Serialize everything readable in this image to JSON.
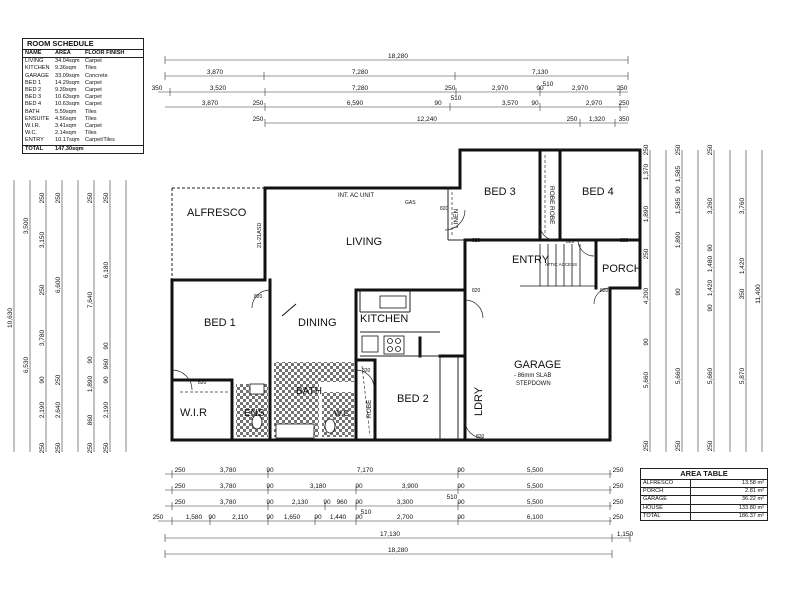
{
  "room_schedule": {
    "title": "ROOM SCHEDULE",
    "headers": [
      "NAME",
      "AREA",
      "FLOOR FINISH"
    ],
    "rows": [
      [
        "LIVING",
        "34.04sqm",
        "Carpet"
      ],
      [
        "KITCHEN",
        "9.36sqm",
        "Tiles"
      ],
      [
        "GARAGE",
        "33.09sqm",
        "Concrete"
      ],
      [
        "BED 1",
        "14.29sqm",
        "Carpet"
      ],
      [
        "BED 2",
        "9.39sqm",
        "Carpet"
      ],
      [
        "BED 3",
        "10.63sqm",
        "Carpet"
      ],
      [
        "BED 4",
        "10.63sqm",
        "Carpet"
      ],
      [
        "BATH",
        "5.59sqm",
        "Tiles"
      ],
      [
        "ENSUITE",
        "4.56sqm",
        "Tiles"
      ],
      [
        "W.I.R.",
        "3.41sqm",
        "Carpet"
      ],
      [
        "W.C.",
        "2.14sqm",
        "Tiles"
      ],
      [
        "ENTRY",
        "10.17sqm",
        "Carpet/Tiles"
      ]
    ],
    "total": [
      "TOTAL",
      "147.30sqm",
      ""
    ]
  },
  "area_table": {
    "title": "AREA TABLE",
    "rows": [
      [
        "ALFRESCO",
        "13.58 m²"
      ],
      [
        "PORCH",
        "2.81 m²"
      ],
      [
        "GARAGE",
        "36.22 m²"
      ],
      [
        "HOUSE",
        "133.80 m²"
      ],
      [
        "TOTAL",
        "186.37 m²"
      ]
    ]
  },
  "rooms": {
    "alfresco": "ALFRESCO",
    "living": "LIVING",
    "bed1": "BED 1",
    "dining": "DINING",
    "kitchen": "KITCHEN",
    "bed2": "BED 2",
    "bed3": "BED 3",
    "bed4": "BED 4",
    "entry": "ENTRY",
    "porch": "PORCH",
    "garage": "GARAGE",
    "ldry": "LDRY",
    "wir": "W.I.R",
    "ens": "ENS",
    "bath": "BATH",
    "wc": "W.C",
    "robe1": "ROBE",
    "robe2": "ROBE",
    "robe3": "ROBE",
    "linen": "LINEN"
  },
  "annotations": {
    "ac_unit": "INT. AC UNIT",
    "gas": "GAS",
    "asd": "21-21ASD",
    "garage_note_1": "- 86mm SLAB",
    "garage_note_2": "STEPDOWN",
    "attic_note": "ATTIC ACCESS"
  },
  "door_codes": [
    "820",
    "820",
    "820",
    "820",
    "820",
    "820",
    "820",
    "820",
    "820",
    "820"
  ],
  "dims_top": {
    "overall": "18,280",
    "row1": [
      "3,870",
      "7,280",
      "7,130"
    ],
    "row2": [
      "350",
      "3,520",
      "7,280",
      "250",
      "2,970",
      "90",
      "2,970",
      "250"
    ],
    "row2_small": [
      "510",
      "510"
    ],
    "row3": [
      "3,870",
      "250",
      "6,590",
      "90",
      "3,570",
      "90",
      "2,970",
      "250"
    ],
    "row4": [
      "250",
      "12,240",
      "250",
      "1,320",
      "350"
    ]
  },
  "dims_bottom": {
    "row1": [
      "250",
      "3,780",
      "90",
      "7,170",
      "90",
      "5,500",
      "250"
    ],
    "row2": [
      "250",
      "3,780",
      "90",
      "3,180",
      "90",
      "3,900",
      "90",
      "5,500",
      "250"
    ],
    "row3": [
      "250",
      "3,780",
      "90",
      "2,130",
      "90",
      "960",
      "90",
      "3,300",
      "90",
      "5,500",
      "250"
    ],
    "row3_small": [
      "510",
      "510"
    ],
    "row4": [
      "250",
      "1,580",
      "90",
      "2,110",
      "90",
      "1,650",
      "90",
      "1,440",
      "90",
      "2,700",
      "90",
      "6,100",
      "250"
    ],
    "row5": [
      "17,130",
      "1,150"
    ],
    "overall": "18,280"
  },
  "dims_left": {
    "overall": "10,630",
    "part_a": "3,500",
    "part_b": "6,530",
    "col1": [
      "250",
      "3,150",
      "250",
      "3,780",
      "90",
      "2,190",
      "250"
    ],
    "col2": [
      "250",
      "6,600",
      "250",
      "2,640",
      "250"
    ],
    "col3": [
      "250",
      "7,640",
      "90",
      "1,890",
      "860",
      "250"
    ],
    "col4": [
      "250",
      "6,180",
      "90",
      "960",
      "90",
      "2,190",
      "250"
    ]
  },
  "dims_right": {
    "overall": "11,400",
    "col1": [
      "250",
      "1,370",
      "1,890",
      "250",
      "4,200",
      "90",
      "5,660",
      "250"
    ],
    "col2": [
      "250",
      "1,585",
      "90",
      "1,585",
      "1,890",
      "90",
      "5,660",
      "250"
    ],
    "col3": [
      "250",
      "3,260",
      "90",
      "1,480",
      "1,420",
      "90",
      "5,660",
      "250"
    ],
    "col4": [
      "3,760",
      "1,420",
      "350",
      "5,870"
    ]
  }
}
